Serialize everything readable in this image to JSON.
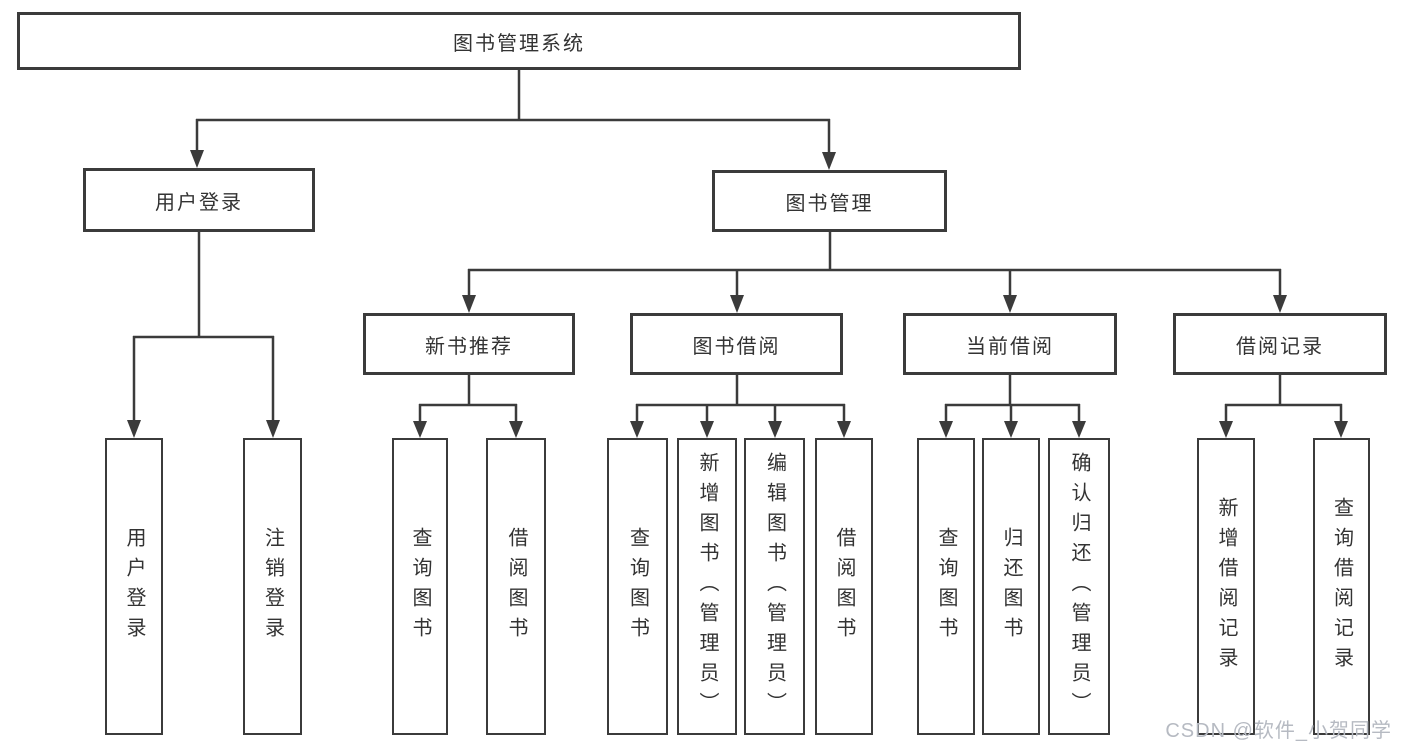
{
  "diagram": {
    "title_node": "图书管理系统",
    "colors": {
      "line": "#3b3b3b",
      "box_border": "#3b3b3b",
      "text": "#333333",
      "background": "#ffffff",
      "watermark_text_color": "#b6bac2"
    },
    "nodes": {
      "root": "图书管理系统",
      "user_login": "用户登录",
      "book_mgmt": "图书管理",
      "new_book_rec": "新书推荐",
      "book_borrow": "图书借阅",
      "current_borrow": "当前借阅",
      "borrow_records": "借阅记录",
      "leaf_user_login": "用户登录",
      "leaf_logout": "注销登录",
      "leaf_nbr_query": "查询图书",
      "leaf_nbr_borrow": "借阅图书",
      "leaf_bb_query": "查询图书",
      "leaf_bb_add": "新增图书（管理员）",
      "leaf_bb_edit": "编辑图书（管理员）",
      "leaf_bb_borrow": "借阅图书",
      "leaf_cb_query": "查询图书",
      "leaf_cb_return": "归还图书",
      "leaf_cb_confirm": "确认归还（管理员）",
      "leaf_br_add": "新增借阅记录",
      "leaf_br_query": "查询借阅记录"
    }
  },
  "watermark": {
    "text": "CSDN @软件_小贺同学"
  }
}
